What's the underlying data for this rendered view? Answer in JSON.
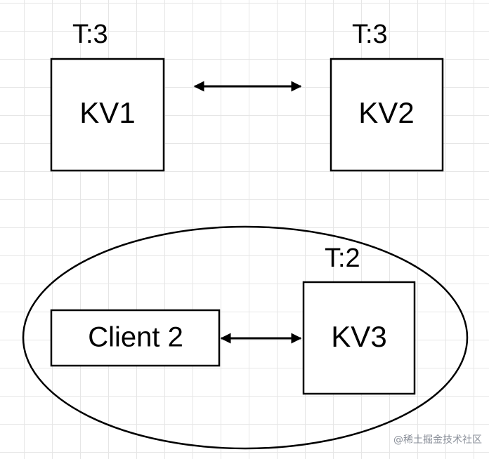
{
  "nodes": {
    "kv1": {
      "label": "KV1",
      "term": "T:3"
    },
    "kv2": {
      "label": "KV2",
      "term": "T:3"
    },
    "kv3": {
      "label": "KV3",
      "term": "T:2"
    },
    "client2": {
      "label": "Client 2"
    }
  },
  "watermark": "@稀土掘金技术社区",
  "colors": {
    "stroke": "#000000",
    "grid": "#e6e6e6",
    "watermark": "#8a8f99"
  }
}
